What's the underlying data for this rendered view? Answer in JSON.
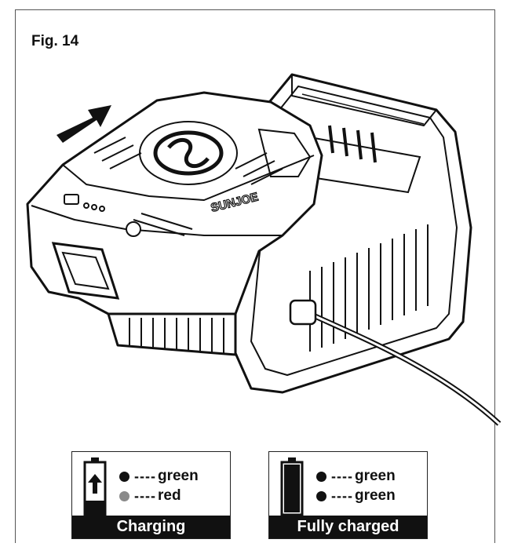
{
  "figure": {
    "label": "Fig. 14"
  },
  "battery": {
    "brand": "SUNJOE"
  },
  "legend": {
    "charging": {
      "caption": "Charging",
      "indicators": [
        {
          "dash": "----",
          "color_word": "green",
          "dot_color": "#111111"
        },
        {
          "dash": "----",
          "color_word": "red",
          "dot_color": "#8a8a8a"
        }
      ]
    },
    "full": {
      "caption": "Fully charged",
      "indicators": [
        {
          "dash": "----",
          "color_word": "green",
          "dot_color": "#111111"
        },
        {
          "dash": "----",
          "color_word": "green",
          "dot_color": "#111111"
        }
      ]
    }
  }
}
